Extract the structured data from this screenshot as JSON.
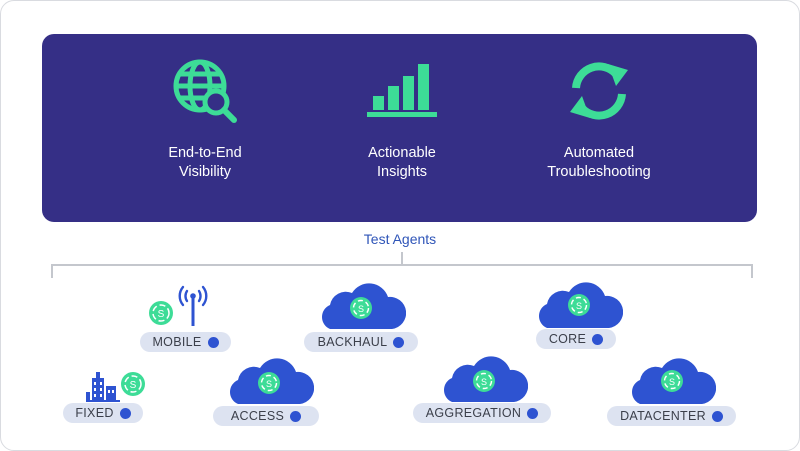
{
  "features": [
    {
      "label": "End-to-End\nVisibility",
      "icon": "globe-search-icon"
    },
    {
      "label": "Actionable\nInsights",
      "icon": "bar-chart-icon"
    },
    {
      "label": "Automated\nTroubleshooting",
      "icon": "refresh-cycle-icon"
    }
  ],
  "section_title": "Test Agents",
  "agents": {
    "mobile": "MOBILE",
    "backhaul": "BACKHAUL",
    "core": "CORE",
    "fixed": "FIXED",
    "access": "ACCESS",
    "aggregation": "AGGREGATION",
    "datacenter": "DATACENTER"
  },
  "agent_badge_glyph": "S",
  "colors": {
    "banner": "#352f86",
    "accent_green": "#3ddc97",
    "cloud_blue": "#2e53d1",
    "pill_bg": "#dde3f1",
    "title_blue": "#2f55b8"
  }
}
